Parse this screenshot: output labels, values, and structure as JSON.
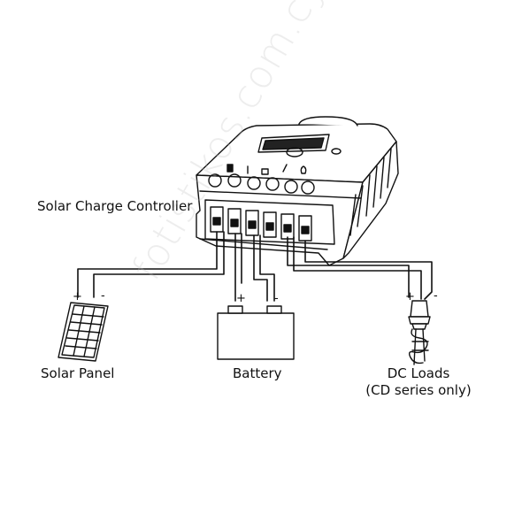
{
  "labels": {
    "controller": "Solar Charge Controller",
    "solar_panel": "Solar Panel",
    "battery": "Battery",
    "dc_loads": "DC Loads",
    "dc_loads_note": "(CD series only)"
  },
  "polarity": {
    "plus": "+",
    "minus": "-"
  },
  "watermark": "fotistikos.com.cy",
  "colors": {
    "line": "#111111",
    "background": "#ffffff"
  }
}
